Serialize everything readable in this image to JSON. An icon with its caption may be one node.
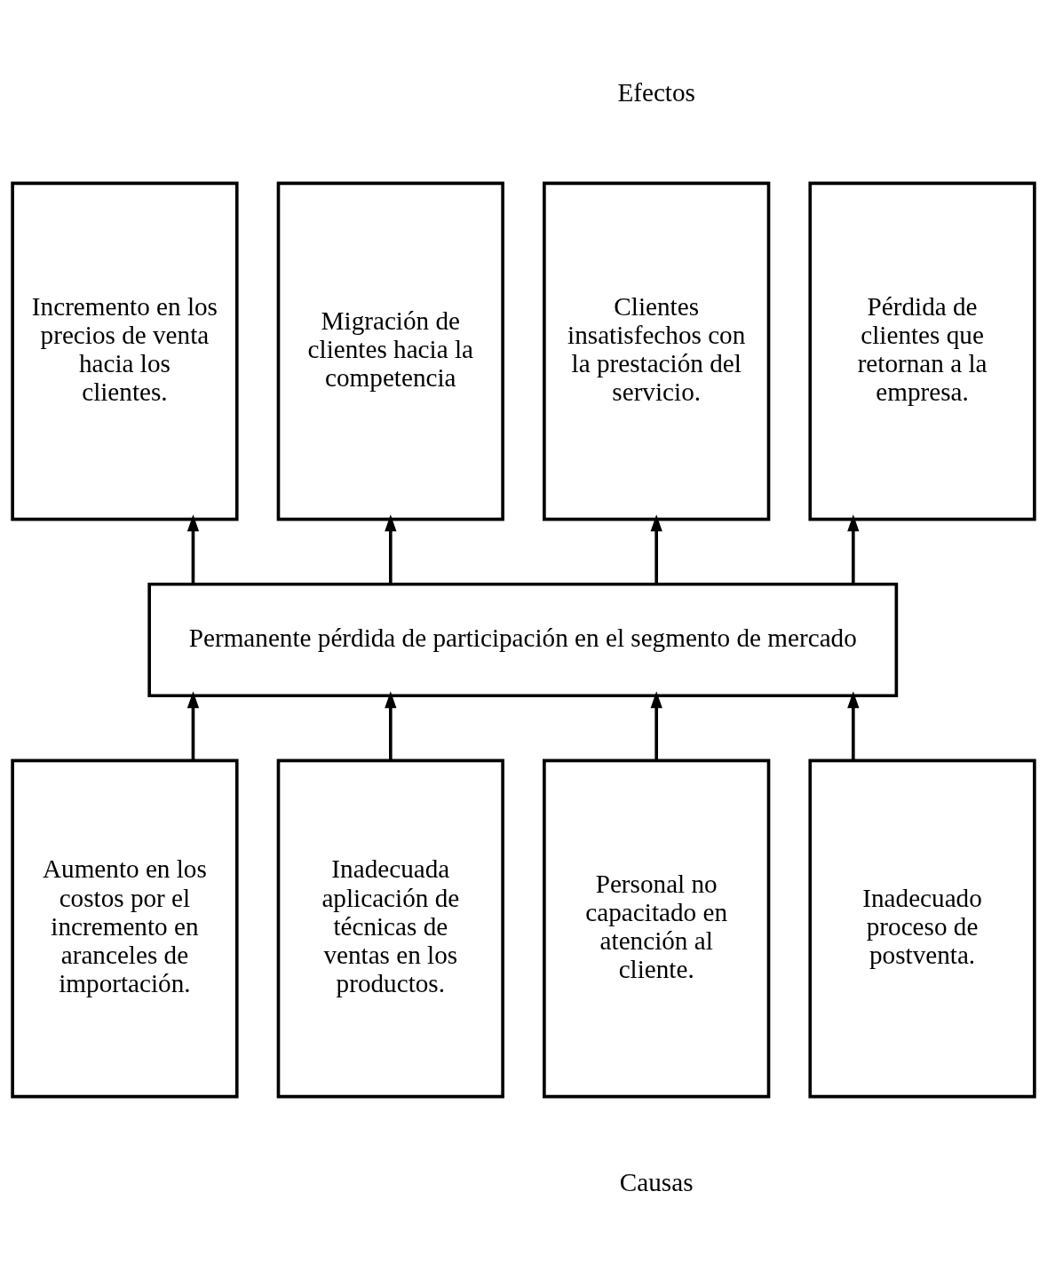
{
  "diagram": {
    "nodes": [
      {
        "text": [
          "Incremento en los precios de venta hacia los clientes."
        ]
      },
      {
        "text": [
          "Migración de clientes hacia la competencia"
        ]
      },
      {
        "text": [
          "Clientes insatisfechos con la prestación del servicio."
        ]
      },
      {
        "text": [
          "Pérdida de clientes que retornan a la empresa."
        ]
      },
      {
        "text": [
          "Permanente pérdida de participación en el segmento de mercado"
        ]
      },
      {
        "text": [
          "Aumento en los costos por el incremento en aranceles de importación."
        ]
      },
      {
        "text": [
          "Inadecuada aplicación de técnicas de ventas en los productos."
        ]
      },
      {
        "text": [
          "Personal no capacitado en atención al cliente."
        ]
      },
      {
        "text": [
          "Inadecuado proceso de postventa."
        ]
      }
    ],
    "edges": [
      {
        "from": 4,
        "to": 0,
        "arrow": "to"
      },
      {
        "from": 4,
        "to": 1,
        "arrow": "to"
      },
      {
        "from": 4,
        "to": 2,
        "arrow": "to"
      },
      {
        "from": 4,
        "to": 3,
        "arrow": "to"
      },
      {
        "from": 5,
        "to": 4,
        "arrow": "to"
      },
      {
        "from": 6,
        "to": 4,
        "arrow": "to"
      },
      {
        "from": 7,
        "to": 4,
        "arrow": "to"
      },
      {
        "from": 8,
        "to": 4,
        "arrow": "to"
      }
    ],
    "labels": [
      "Efectos",
      "Causas"
    ]
  }
}
